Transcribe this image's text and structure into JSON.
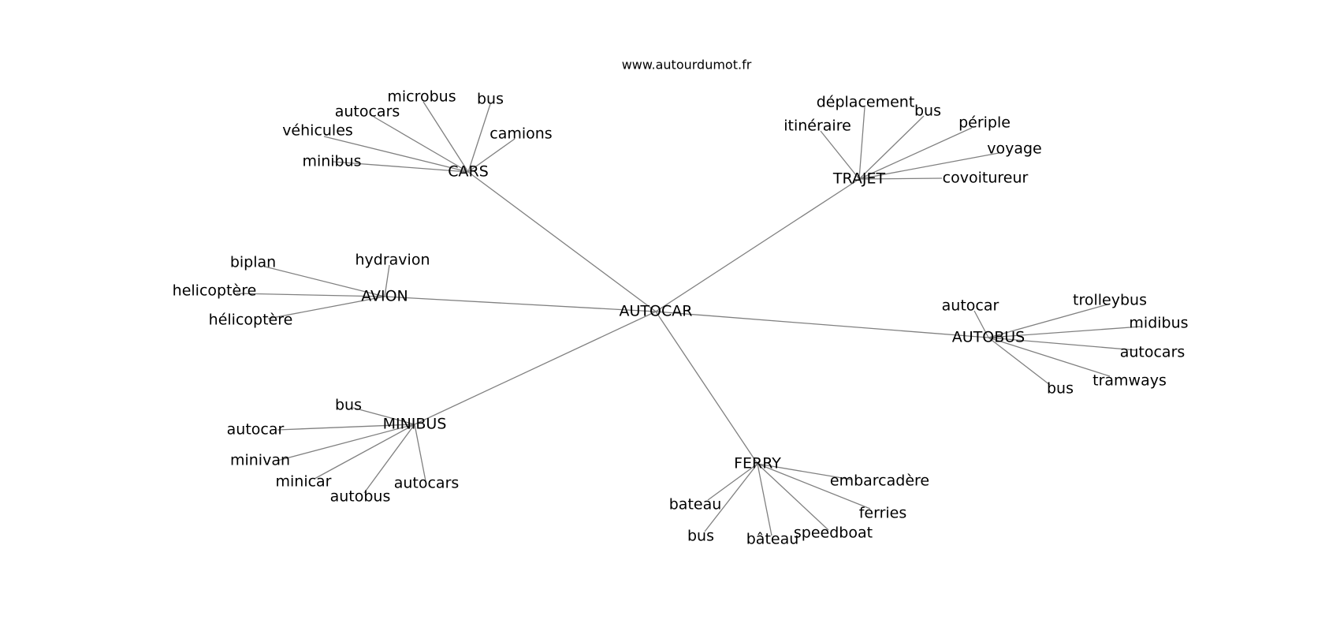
{
  "header": {
    "site": "www.autourdumot.fr"
  },
  "colors": {
    "edge": "#808080",
    "text": "#000000",
    "background": "#ffffff"
  },
  "graph": {
    "center": {
      "label": "AUTOCAR"
    },
    "hubs": [
      {
        "id": "cars",
        "label": "CARS",
        "words": [
          "microbus",
          "bus",
          "autocars",
          "camions",
          "véhicules",
          "minibus"
        ]
      },
      {
        "id": "trajet",
        "label": "TRAJET",
        "words": [
          "déplacement",
          "bus",
          "itinéraire",
          "périple",
          "voyage",
          "covoitureur"
        ]
      },
      {
        "id": "avion",
        "label": "AVION",
        "words": [
          "biplan",
          "hydravion",
          "helicoptère",
          "hélicoptère"
        ]
      },
      {
        "id": "autobus",
        "label": "AUTOBUS",
        "words": [
          "autocar",
          "trolleybus",
          "midibus",
          "autocars",
          "tramways",
          "bus"
        ]
      },
      {
        "id": "minibus",
        "label": "MINIBUS",
        "words": [
          "bus",
          "autocar",
          "minivan",
          "minicar",
          "autobus",
          "autocars"
        ]
      },
      {
        "id": "ferry",
        "label": "FERRY",
        "words": [
          "embarcadère",
          "bateau",
          "ferries",
          "bus",
          "bâteau",
          "speedboat"
        ]
      }
    ]
  }
}
